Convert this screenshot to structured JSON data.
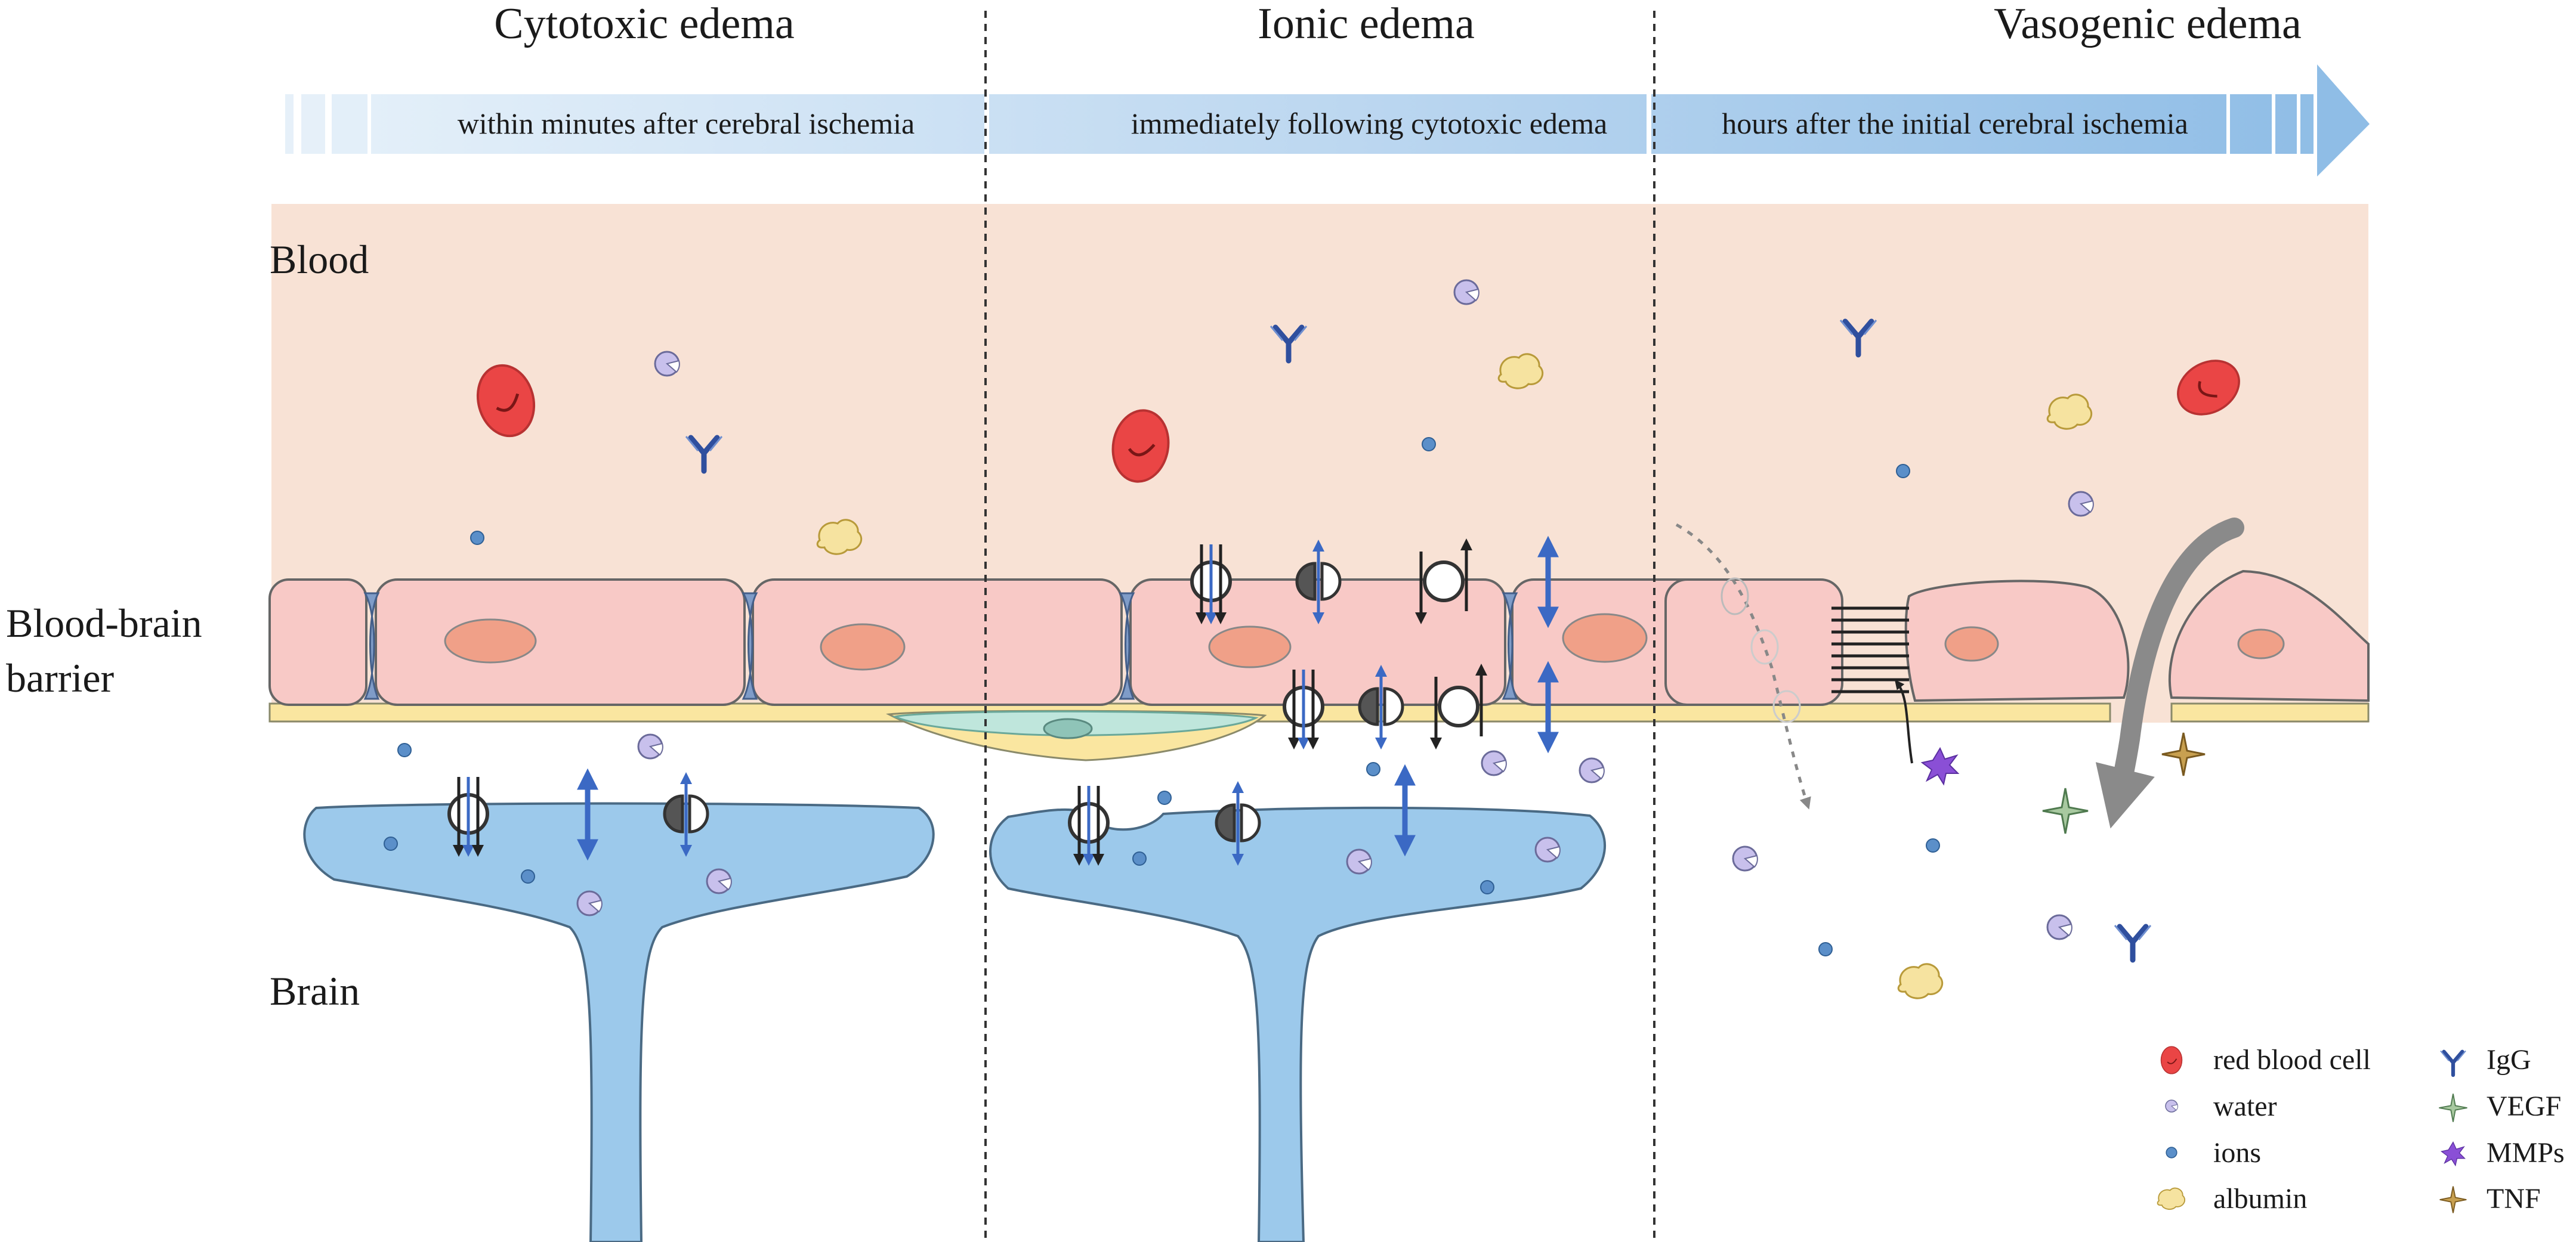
{
  "stages": [
    {
      "title": "Cytotoxic edema",
      "banner": "within minutes after cerebral ischemia"
    },
    {
      "title": "Ionic edema",
      "banner": "immediately following cytotoxic edema"
    },
    {
      "title": "Vasogenic edema",
      "banner": "hours after the initial cerebral ischemia"
    }
  ],
  "regions": {
    "blood": "Blood",
    "bbb_line1": "Blood-brain",
    "bbb_line2": "barrier",
    "brain": "Brain"
  },
  "legend": [
    {
      "label": "red blood cell",
      "icon": "red-blood-cell-icon"
    },
    {
      "label": "water",
      "icon": "water-icon"
    },
    {
      "label": "ions",
      "icon": "ion-icon"
    },
    {
      "label": "albumin",
      "icon": "albumin-icon"
    },
    {
      "label": "IgG",
      "icon": "igg-icon"
    },
    {
      "label": "VEGF",
      "icon": "vegf-icon"
    },
    {
      "label": "MMPs",
      "icon": "mmp-icon"
    },
    {
      "label": "TNF",
      "icon": "tnf-icon"
    }
  ],
  "colors": {
    "blood": "#f8e2d5",
    "endothelial_cell": "#f8c9c6",
    "nucleus": "#f0a088",
    "basement_membrane": "#fae6a0",
    "neuron": "#9cc9eb",
    "red_blood_cell": "#ea4545",
    "igg": "#2f4f9e",
    "ion": "#5b8fc9",
    "water": "#c8c0ec",
    "albumin": "#f6e3a0",
    "arrow_blue": "#3b69c4"
  }
}
